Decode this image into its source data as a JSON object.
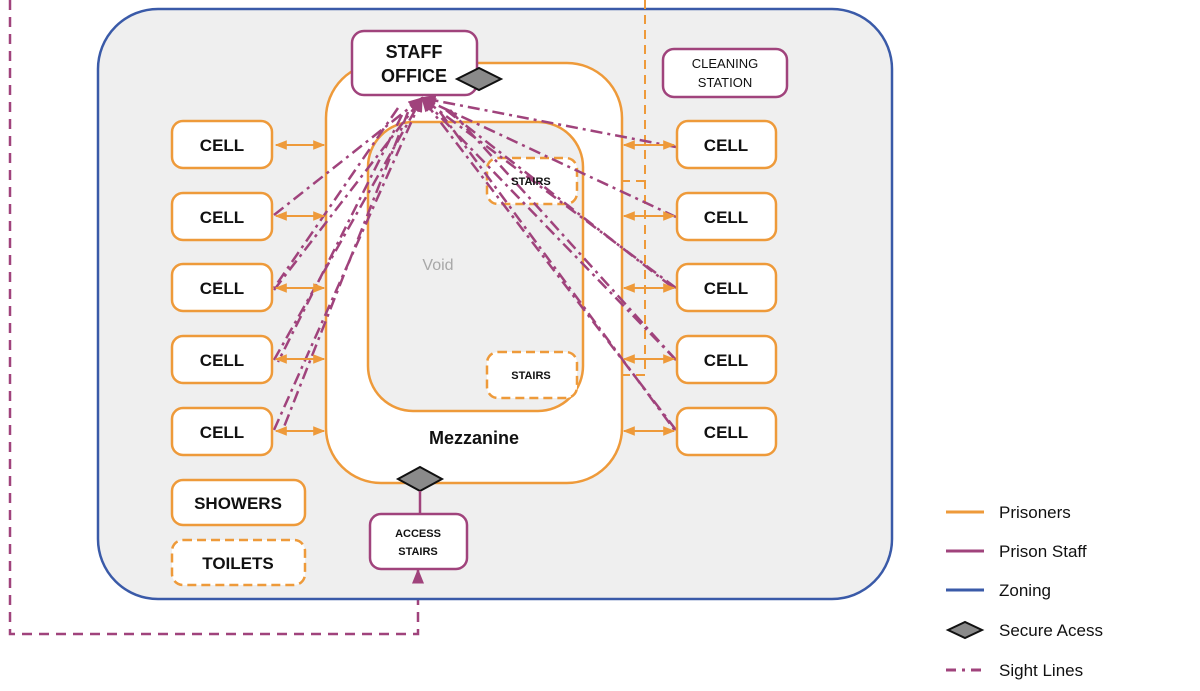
{
  "labels": {
    "staff_office_line1": "STAFF",
    "staff_office_line2": "OFFICE",
    "cleaning_line1": "CLEANING",
    "cleaning_line2": "STATION",
    "cell": "CELL",
    "stairs": "STAIRS",
    "void": "Void",
    "mezzanine": "Mezzanine",
    "showers": "SHOWERS",
    "toilets": "TOILETS",
    "access_line1": "ACCESS",
    "access_line2": "STAIRS"
  },
  "legend": [
    {
      "label": "Prisoners",
      "symbol": "line",
      "color": "#ee9a3a"
    },
    {
      "label": "Prison Staff",
      "symbol": "line",
      "color": "#a0437c"
    },
    {
      "label": "Zoning",
      "symbol": "line",
      "color": "#3a5aa8"
    },
    {
      "label": "Secure Acess",
      "symbol": "diamond",
      "color": "#8a8a8a"
    },
    {
      "label": "Sight Lines",
      "symbol": "dashdot",
      "color": "#a0437c"
    }
  ],
  "colors": {
    "prisoners": "#ee9a3a",
    "staff": "#a0437c",
    "zoning": "#3a5aa8",
    "secure": "#8a8a8a",
    "zone_fill": "#efefef"
  }
}
